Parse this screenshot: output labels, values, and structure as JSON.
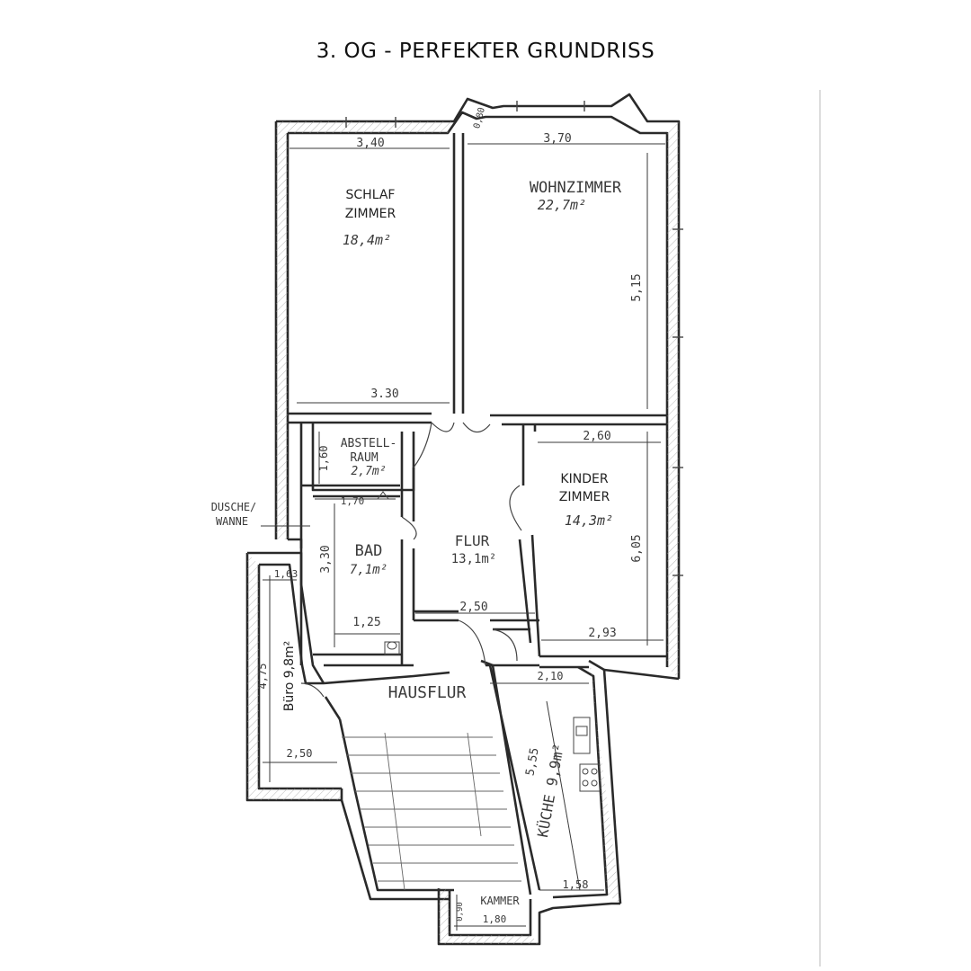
{
  "title": "3. OG - PERFEKTER GRUNDRISS",
  "rooms": {
    "schlaf_line1": "SCHLAF",
    "schlaf_line2": "ZIMMER",
    "schlaf_area": "18,4m²",
    "wohn_name": "WOHNZIMMER",
    "wohn_area": "22,7m²",
    "kinder_line1": "KINDER",
    "kinder_line2": "ZIMMER",
    "kinder_area": "14,3m²",
    "abstell_line1": "ABSTELL-",
    "abstell_line2": "RAUM",
    "abstell_area": "2,7m²",
    "bad_name": "BAD",
    "bad_area": "7,1m²",
    "flur_name": "FLUR",
    "flur_area": "13,1m²",
    "buero": "Büro 9,8m²",
    "hausflur": "HAUSFLUR",
    "kueche": "KÜCHE 9,9m²",
    "kammer": "KAMMER"
  },
  "labels": {
    "dusche_line1": "DUSCHE/",
    "dusche_line2": "WANNE"
  },
  "dimensions": {
    "d_340": "3,40",
    "d_370": "3,70",
    "d_080": "0,80",
    "d_515": "5,15",
    "d_330_top": "3.30",
    "d_260": "2,60",
    "d_160": "1,60",
    "d_170": "1,70",
    "d_330_bad": "3,30",
    "d_125": "1,25",
    "d_250_flur": "2,50",
    "d_605": "6,05",
    "d_293": "2,93",
    "d_163": "1,63",
    "d_475": "4,75",
    "d_250_buero": "2,50",
    "d_210": "2,10",
    "d_555": "5,55",
    "d_158": "1,58",
    "d_090": "0,90",
    "d_180": "1,80"
  }
}
